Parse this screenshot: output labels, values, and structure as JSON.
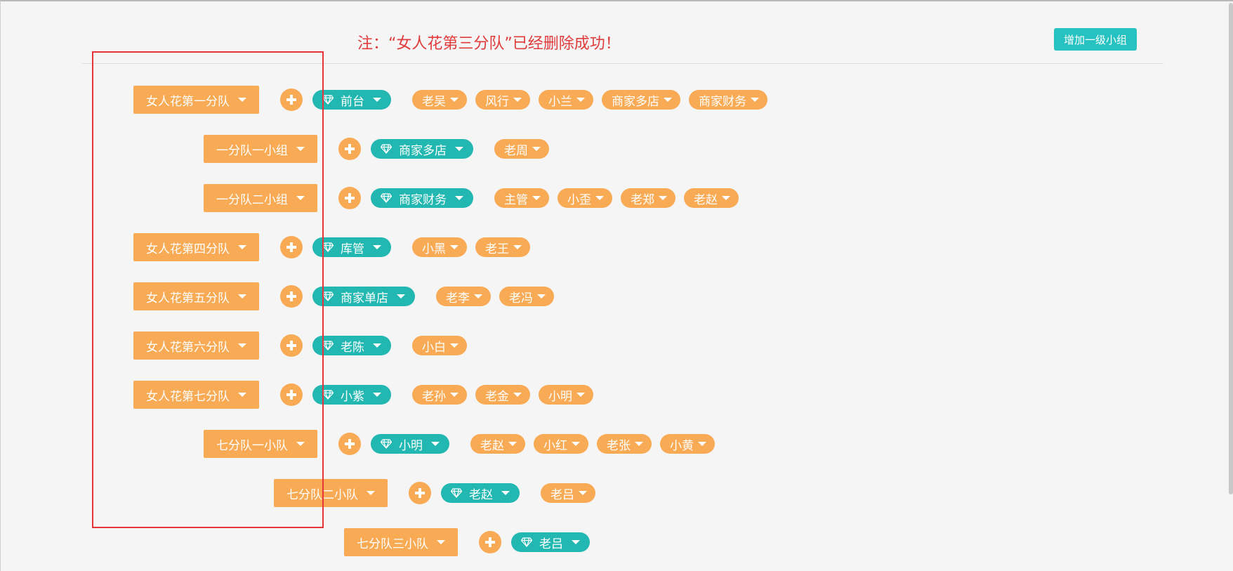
{
  "notice": "注：“女人花第三分队”已经删除成功！",
  "add_top_label": "增加一级小组",
  "colors": {
    "orange": "#f9aa55",
    "teal": "#22b7b1",
    "button_teal": "#26c2c2",
    "notice_red": "#e03b3b",
    "highlight_red": "#e8333a"
  },
  "icons": {
    "add": "plus-circle-icon",
    "leader": "diamond-icon",
    "dropdown": "caret-down-icon"
  },
  "rows": [
    {
      "group": "女人花第一分队",
      "level": 0,
      "leader": "前台",
      "members": [
        "老吴",
        "风行",
        "小兰",
        "商家多店",
        "商家财务"
      ]
    },
    {
      "group": "一分队一小组",
      "level": 1,
      "leader": "商家多店",
      "members": [
        "老周"
      ]
    },
    {
      "group": "一分队二小组",
      "level": 1,
      "leader": "商家财务",
      "members": [
        "主管",
        "小歪",
        "老郑",
        "老赵"
      ]
    },
    {
      "group": "女人花第四分队",
      "level": 0,
      "leader": "库管",
      "members": [
        "小黑",
        "老王"
      ]
    },
    {
      "group": "女人花第五分队",
      "level": 0,
      "leader": "商家单店",
      "members": [
        "老李",
        "老冯"
      ]
    },
    {
      "group": "女人花第六分队",
      "level": 0,
      "leader": "老陈",
      "members": [
        "小白"
      ]
    },
    {
      "group": "女人花第七分队",
      "level": 0,
      "leader": "小紫",
      "members": [
        "老孙",
        "老金",
        "小明"
      ]
    },
    {
      "group": "七分队一小队",
      "level": 1,
      "leader": "小明",
      "members": [
        "老赵",
        "小红",
        "老张",
        "小黄"
      ]
    },
    {
      "group": "七分队二小队",
      "level": 2,
      "leader": "老赵",
      "members": [
        "老吕"
      ]
    },
    {
      "group": "七分队三小队",
      "level": 3,
      "leader": "老吕",
      "members": []
    }
  ]
}
